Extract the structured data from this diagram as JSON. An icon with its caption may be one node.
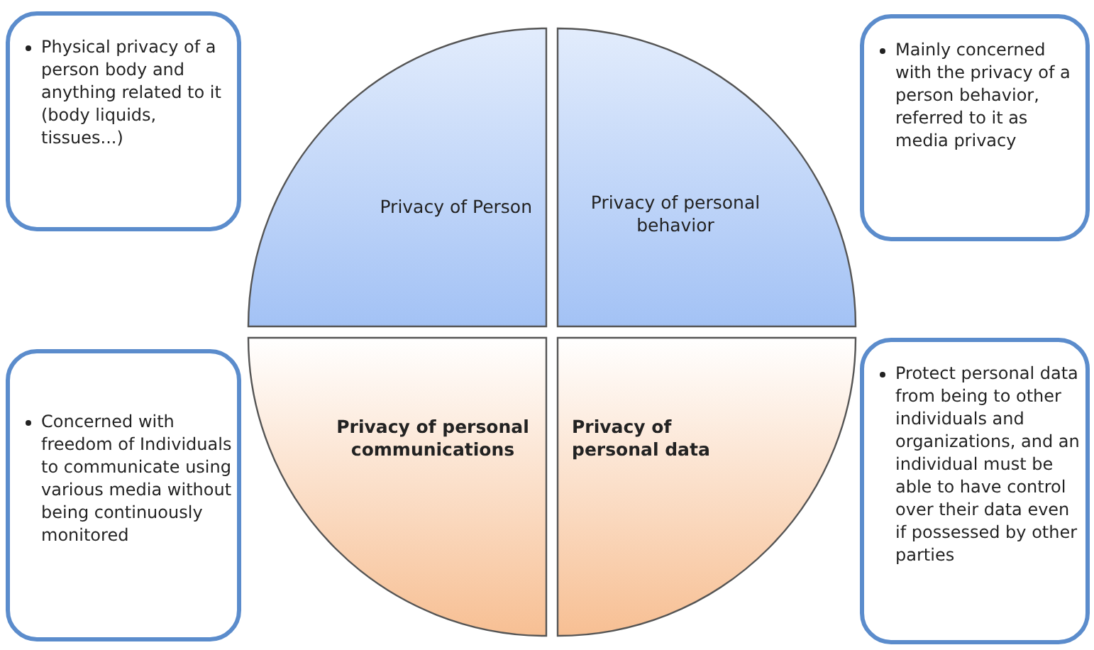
{
  "diagram": {
    "nodes": [
      {
        "text": [
          "Physical privacy of a person body and anything related to it (body liquids, tissues...)"
        ]
      },
      {
        "text": [
          "Privacy of Person"
        ]
      },
      {
        "text": [
          "Privacy of personal behavior"
        ]
      },
      {
        "text": [
          "Mainly concerned with the privacy of a person behavior, referred to it as media privacy"
        ]
      },
      {
        "text": [
          "Concerned with freedom of Individuals to communicate using various media without being continuously monitored"
        ]
      },
      {
        "text": [
          "Privacy of personal communications"
        ]
      },
      {
        "text": [
          "Privacy of personal data"
        ]
      },
      {
        "text": [
          "Protect personal data from being to other individuals and organizations, and an individual must be able to have control over their data even if possessed by other parties"
        ]
      }
    ],
    "edges": []
  }
}
